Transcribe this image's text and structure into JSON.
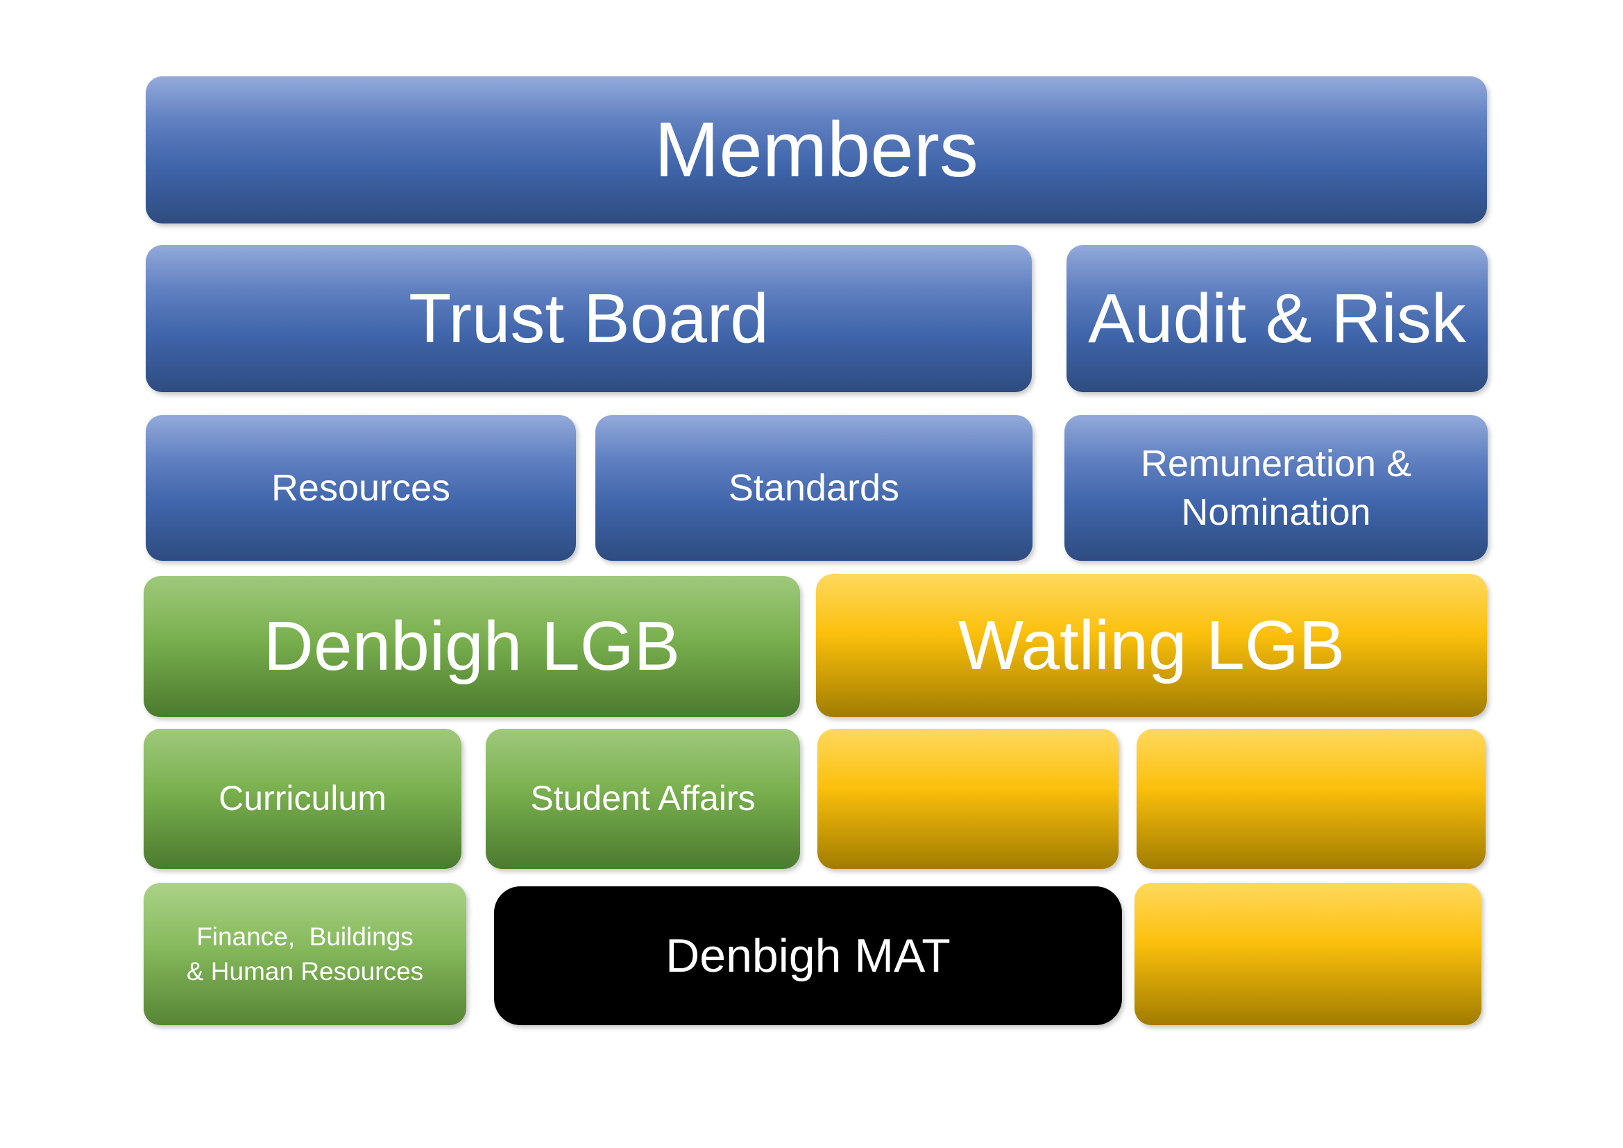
{
  "diagram": {
    "type": "org-chart",
    "nodes": {
      "members": {
        "label": "Members"
      },
      "trust_board": {
        "label": "Trust Board"
      },
      "audit_risk": {
        "label": "Audit & Risk"
      },
      "resources": {
        "label": "Resources"
      },
      "standards": {
        "label": "Standards"
      },
      "remuneration": {
        "lines": [
          "Remuneration &",
          "Nomination"
        ]
      },
      "denbigh_lgb": {
        "label": "Denbigh LGB"
      },
      "watling_lgb": {
        "label": "Watling LGB"
      },
      "curriculum": {
        "label": "Curriculum"
      },
      "student_affairs": {
        "label": "Student Affairs"
      },
      "watling_sub_1": {
        "label": ""
      },
      "watling_sub_2": {
        "label": ""
      },
      "finance_buildings_hr": {
        "lines": [
          "Finance,  Buildings",
          "& Human Resources"
        ]
      },
      "denbigh_mat": {
        "label": "Denbigh MAT"
      },
      "watling_sub_3": {
        "label": ""
      }
    },
    "colors": {
      "blue_top": "#93aadb",
      "blue_bottom": "#2e4c80",
      "green_top": "#9fc97b",
      "green_bottom": "#4b7a2e",
      "green_light_top": "#abd288",
      "green_light_bottom": "#578535",
      "gold_top": "#ffd95e",
      "gold_bottom": "#a07c00",
      "black": "#000000",
      "text": "#ffffff",
      "background": "#ffffff"
    }
  }
}
